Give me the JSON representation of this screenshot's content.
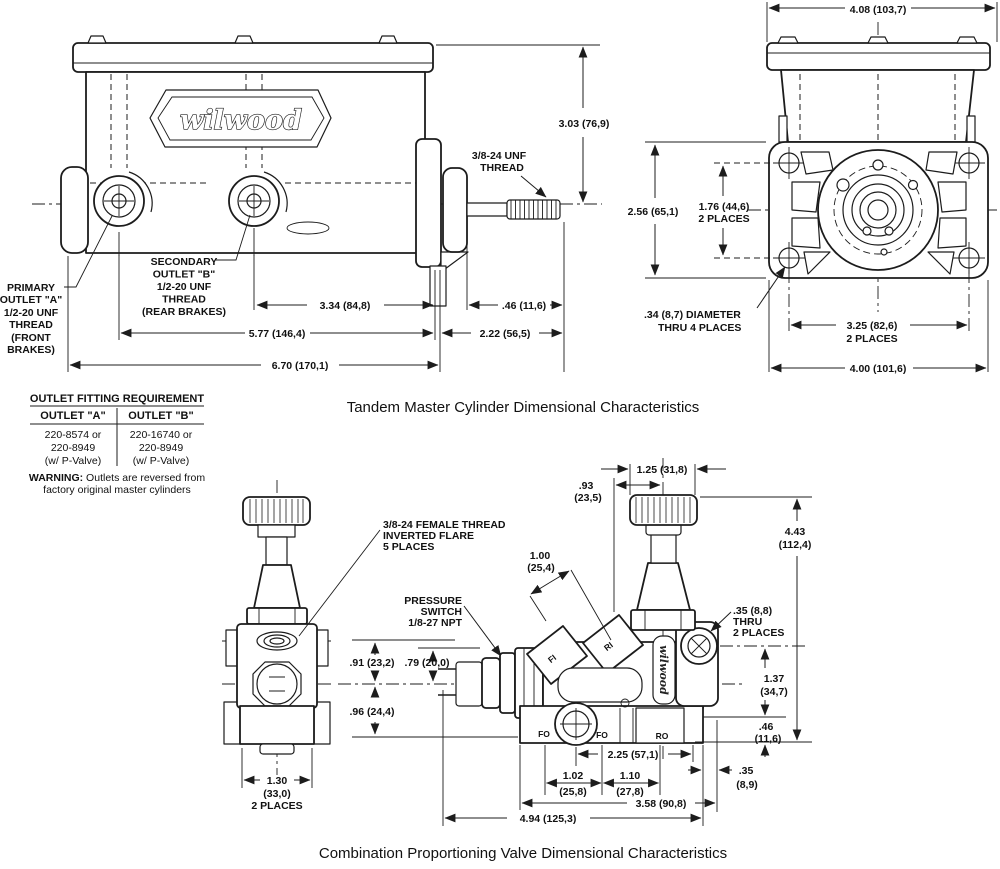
{
  "titles": {
    "master": "Tandem Master Cylinder Dimensional Characteristics",
    "valve": "Combination Proportioning Valve Dimensional Characteristics"
  },
  "logo": {
    "brand": "wilwood"
  },
  "colors": {
    "line": "#1c1c1c",
    "bg": "#ffffff"
  },
  "master_side": {
    "dim_height": "3.03 (76,9)",
    "thread_label": {
      "l1": "3/8-24 UNF",
      "l2": "THREAD"
    },
    "dim_334": "3.34 (84,8)",
    "dim_046": ".46 (11,6)",
    "dim_577": "5.77 (146,4)",
    "dim_222": "2.22 (56,5)",
    "dim_670": "6.70 (170,1)",
    "primary": [
      "PRIMARY",
      "OUTLET \"A\"",
      "1/2-20 UNF",
      "THREAD",
      "(FRONT",
      "BRAKES)"
    ],
    "secondary": [
      "SECONDARY",
      "OUTLET \"B\"",
      "1/2-20 UNF",
      "THREAD",
      "(REAR BRAKES)"
    ]
  },
  "master_end": {
    "dim_408": "4.08 (103,7)",
    "dim_256": "2.56 (65,1)",
    "dim_176": {
      "l1": "1.76 (44,6)",
      "l2": "2 PLACES"
    },
    "dim_034": {
      "l1": ".34 (8,7) DIAMETER",
      "l2": "THRU 4 PLACES"
    },
    "dim_325": {
      "l1": "3.25 (82,6)",
      "l2": "2 PLACES"
    },
    "dim_400": "4.00 (101,6)"
  },
  "table": {
    "title": "OUTLET FITTING REQUIREMENT",
    "col_a": "OUTLET \"A\"",
    "col_b": "OUTLET \"B\"",
    "a": [
      "220-8574 or",
      "220-8949",
      "(w/ P-Valve)"
    ],
    "b": [
      "220-16740 or",
      "220-8949",
      "(w/ P-Valve)"
    ],
    "warning_bold": "WARNING:",
    "warning_rest": " Outlets are reversed from",
    "warning_l2": "factory original master cylinders"
  },
  "valve": {
    "flare_label": [
      "3/8-24 FEMALE THREAD",
      "INVERTED FLARE",
      "5 PLACES"
    ],
    "switch_label": [
      "PRESSURE",
      "SWITCH",
      "1/8-27 NPT"
    ],
    "dim_125": "1.25 (31,8)",
    "dim_093": {
      "l1": ".93",
      "l2": "(23,5)"
    },
    "dim_443": {
      "l1": "4.43",
      "l2": "(112,4)"
    },
    "dim_100": {
      "l1": "1.00",
      "l2": "(25,4)"
    },
    "dim_035thru": {
      "l1": ".35 (8,8)",
      "l2": "THRU",
      "l3": "2 PLACES"
    },
    "dim_137": {
      "l1": "1.37",
      "l2": "(34,7)"
    },
    "dim_046": {
      "l1": ".46",
      "l2": "(11,6)"
    },
    "dim_091": ".91 (23,2)",
    "dim_079": ".79 (20,0)",
    "dim_096": ".96 (24,4)",
    "dim_225": "2.25 (57,1)",
    "dim_102": {
      "l1": "1.02",
      "l2": "(25,8)"
    },
    "dim_110": {
      "l1": "1.10",
      "l2": "(27,8)"
    },
    "dim_035": {
      "l1": ".35",
      "l2": "(8,9)"
    },
    "dim_358": "3.58 (90,8)",
    "dim_494": "4.94 (125,3)",
    "dim_130": {
      "l1": "1.30",
      "l2": "(33,0)",
      "l3": "2 PLACES"
    },
    "ports": {
      "fi": "FI",
      "ri": "RI",
      "fo1": "FO",
      "fo2": "FO",
      "ro": "RO"
    },
    "brand": "wilwood"
  }
}
